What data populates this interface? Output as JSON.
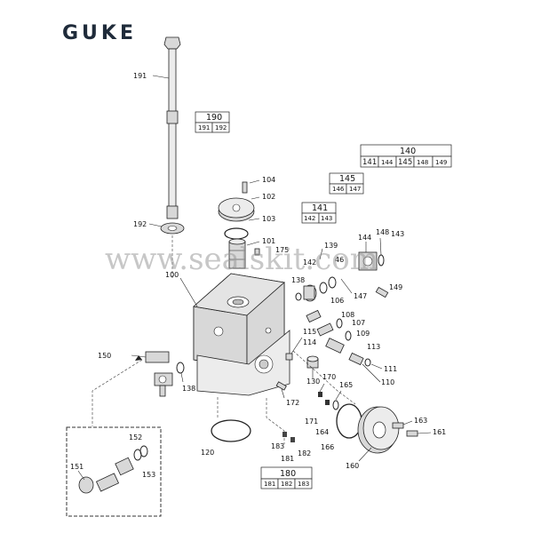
{
  "brand": {
    "logo_text": "GUKE"
  },
  "watermark": {
    "text": "www.sealskit.com"
  },
  "part_labels": {
    "p191": "191",
    "p192": "192",
    "p104": "104",
    "p102": "102",
    "p103": "103",
    "p101": "101",
    "p175": "175",
    "p139": "139",
    "p142": "142",
    "p146": "46",
    "p144": "144",
    "p148": "148",
    "p143": "143",
    "p138a": "138",
    "p147": "147",
    "p149": "149",
    "p100": "100",
    "p106": "106",
    "p108": "108",
    "p107": "107",
    "p109": "109",
    "p115": "115",
    "p114": "114",
    "p113": "113",
    "p150": "150",
    "p138b": "138",
    "p111": "111",
    "p110": "110",
    "p130": "130",
    "p170": "170",
    "p165": "165",
    "p172": "172",
    "p171": "171",
    "p164": "164",
    "p166": "166",
    "p163": "163",
    "p161": "161",
    "p160": "160",
    "p120": "120",
    "p183": "183",
    "p181": "181",
    "p182": "182",
    "p152": "152",
    "p151": "151",
    "p153": "153"
  },
  "groups": {
    "g190": {
      "title": "190",
      "cells": [
        "191",
        "192"
      ]
    },
    "g140": {
      "title": "140",
      "cells": [
        "141",
        "144",
        "145",
        "148",
        "149"
      ]
    },
    "g145": {
      "title": "145",
      "cells": [
        "146",
        "147"
      ]
    },
    "g141": {
      "title": "141",
      "cells": [
        "142",
        "143"
      ]
    },
    "g180": {
      "title": "180",
      "cells": [
        "181",
        "182",
        "183"
      ]
    }
  },
  "colors": {
    "line": "#222222",
    "part_fill": "#d8d8d8",
    "logo": "#1f2b3a"
  }
}
